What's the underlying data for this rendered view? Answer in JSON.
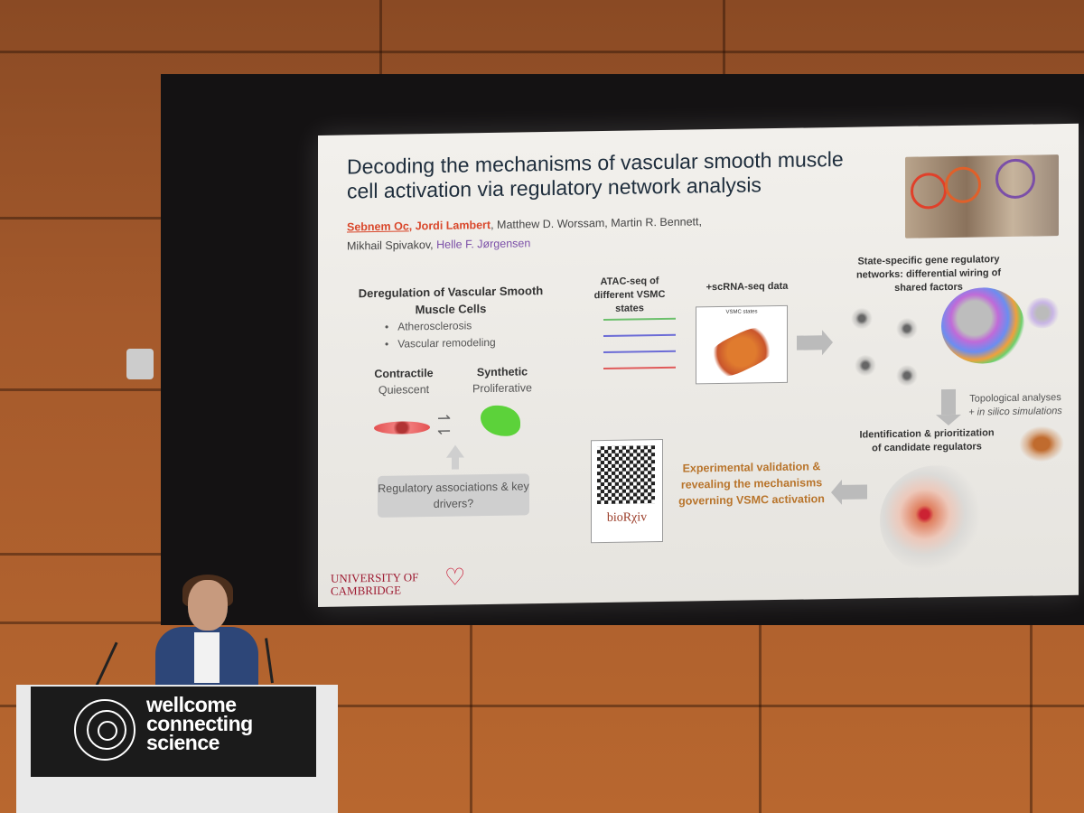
{
  "slide": {
    "title": "Decoding the mechanisms of vascular smooth muscle cell activation via regulatory network analysis",
    "authors": {
      "a1": "Sebnem Oc",
      "a2": "Jordi Lambert",
      "rest_line1": ", Matthew D. Worssam, Martin R. Bennett,",
      "rest_line2": "Mikhail Spivakov, ",
      "a_last": "Helle F. Jørgensen"
    },
    "left_heading": "Deregulation of Vascular Smooth Muscle Cells",
    "bullets": [
      "Atherosclerosis",
      "Vascular remodeling"
    ],
    "states": {
      "contractile": "Contractile",
      "quiescent": "Quiescent",
      "synthetic": "Synthetic",
      "proliferative": "Proliferative"
    },
    "question_box": "Regulatory associations & key drivers?",
    "atac_label": "ATAC-seq of different VSMC states",
    "scrna_label": "+scRNA-seq data",
    "vsmc_states_label": "VSMC states",
    "network_heading": "State-specific gene regulatory networks: differential wiring of shared factors",
    "topological_line1": "Topological analyses",
    "topological_line2": "+ in silico simulations",
    "identification": "Identification & prioritization of candidate regulators",
    "experimental": "Experimental validation & revealing the mechanisms governing VSMC activation",
    "biorxiv": "bioRχiv",
    "cambridge_line1": "UNIVERSITY OF",
    "cambridge_line2": "CAMBRIDGE"
  },
  "podium": {
    "line1": "wellcome",
    "line2": "connecting",
    "line3": "science"
  },
  "colors": {
    "author_highlight": "#d9472b",
    "author_last": "#7b4fa8",
    "accent_orange": "#b8742b",
    "cambridge_red": "#9e1b32"
  }
}
